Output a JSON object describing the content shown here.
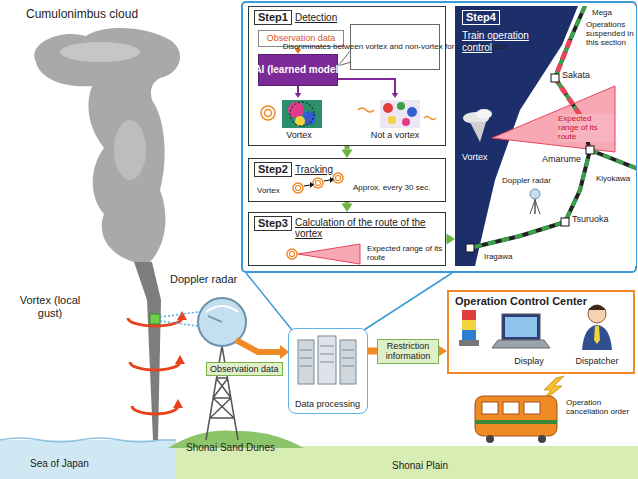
{
  "diagram": {
    "nodes": [
      {
        "text": [
          "Step1",
          "Detection"
        ]
      },
      {
        "text": [
          "Observation data"
        ],
        "in": 0
      },
      {
        "text": [
          "AI (learned model)"
        ],
        "in": 0
      },
      {
        "text": [
          "Discriminates between vortex and non-vortex for observed data"
        ],
        "in": 0
      },
      {
        "text": [
          "Vortex"
        ],
        "in": 0
      },
      {
        "text": [
          "Not a vortex"
        ],
        "in": 0
      },
      {
        "text": [
          "Step2",
          "Tracking",
          "Vortex",
          "Approx. every 30 sec."
        ]
      },
      {
        "text": [
          "Step3",
          "Calculation of the route of the vortex",
          "Expected range of its route"
        ]
      },
      {
        "text": [
          "Step4",
          "Train operation control"
        ]
      },
      {
        "text": [
          "Data processing"
        ]
      },
      {
        "text": [
          "Operation Control Center",
          "Display",
          "Dispatcher"
        ]
      }
    ],
    "edges": [
      {
        "from": 1,
        "to": 2,
        "arrow": "to"
      },
      {
        "from": 2,
        "to": 4,
        "arrow": "to"
      },
      {
        "from": 2,
        "to": 5,
        "arrow": "to"
      },
      {
        "from": 0,
        "to": 6,
        "arrow": "to"
      },
      {
        "from": 6,
        "to": 7,
        "arrow": "to"
      },
      {
        "from": 7,
        "to": 8,
        "arrow": "to"
      },
      {
        "from": 9,
        "to": 10,
        "label": "Restriction information",
        "arrow": "to"
      }
    ],
    "labels": [
      "Cumulonimbus cloud",
      "Vortex (local gust)",
      "Doppler radar",
      "Observation data",
      "Operation cancellation order",
      "Sea of Japan",
      "Shonai Sand Dunes",
      "Shonai Plain",
      "Mega",
      "Operations suspended in this section",
      "Sakata",
      "Expected range of its route",
      "Vortex",
      "Amarume",
      "Kiyokawa",
      "Doppler radar",
      "Tsuruoka",
      "Iragawa"
    ]
  }
}
